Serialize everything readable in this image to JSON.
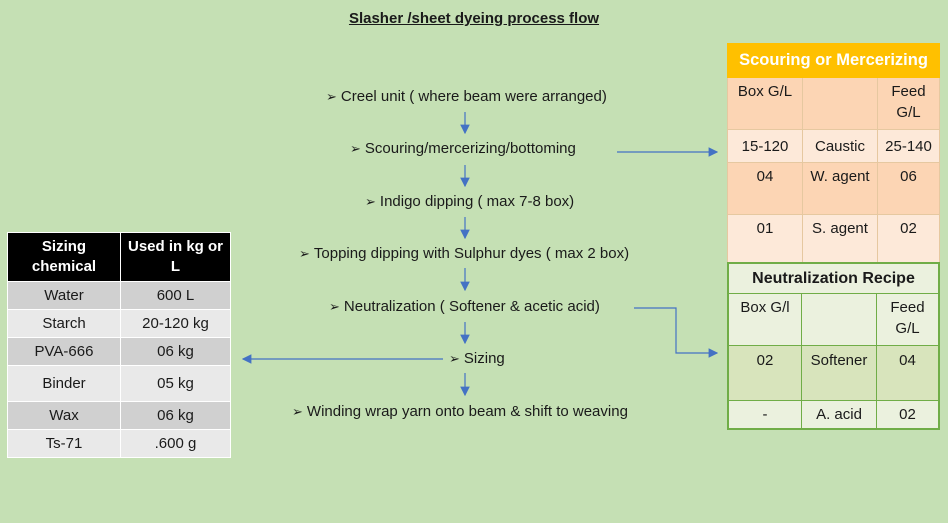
{
  "title": "Slasher /sheet dyeing process flow",
  "bullet": "➢",
  "steps": [
    "Creel unit ( where beam were arranged)",
    "Scouring/mercerizing/bottoming",
    "Indigo dipping ( max 7-8 box)",
    "Topping dipping with Sulphur dyes ( max 2 box)",
    "Neutralization ( Softener & acetic acid)",
    "Sizing",
    "Winding wrap yarn onto beam & shift to weaving"
  ],
  "sizing_table": {
    "headers": [
      "Sizing chemical",
      "Used in kg or L"
    ],
    "rows": [
      [
        "Water",
        "600 L"
      ],
      [
        "Starch",
        "20-120 kg"
      ],
      [
        "PVA-666",
        "06 kg"
      ],
      [
        "Binder",
        "05 kg"
      ],
      [
        "Wax",
        "06 kg"
      ],
      [
        "Ts-71",
        ".600 g"
      ]
    ]
  },
  "scouring_table": {
    "title": "Scouring or Mercerizing",
    "headers": [
      "Box G/L",
      "",
      "Feed G/L"
    ],
    "rows": [
      [
        "15-120",
        "Caustic",
        "25-140"
      ],
      [
        "04",
        "W. agent",
        "06"
      ],
      [
        "01",
        "S. agent",
        "02"
      ]
    ]
  },
  "neutralization_table": {
    "title": "Neutralization Recipe",
    "headers": [
      "Box G/l",
      "",
      "Feed G/L"
    ],
    "rows": [
      [
        "02",
        "Softener",
        "04"
      ],
      [
        "-",
        "A. acid",
        "02"
      ]
    ]
  },
  "colors": {
    "background": "#c5e0b4",
    "arrow": "#4472c4",
    "scouring_header": "#ffc000",
    "neutralization_border": "#70ad47"
  }
}
